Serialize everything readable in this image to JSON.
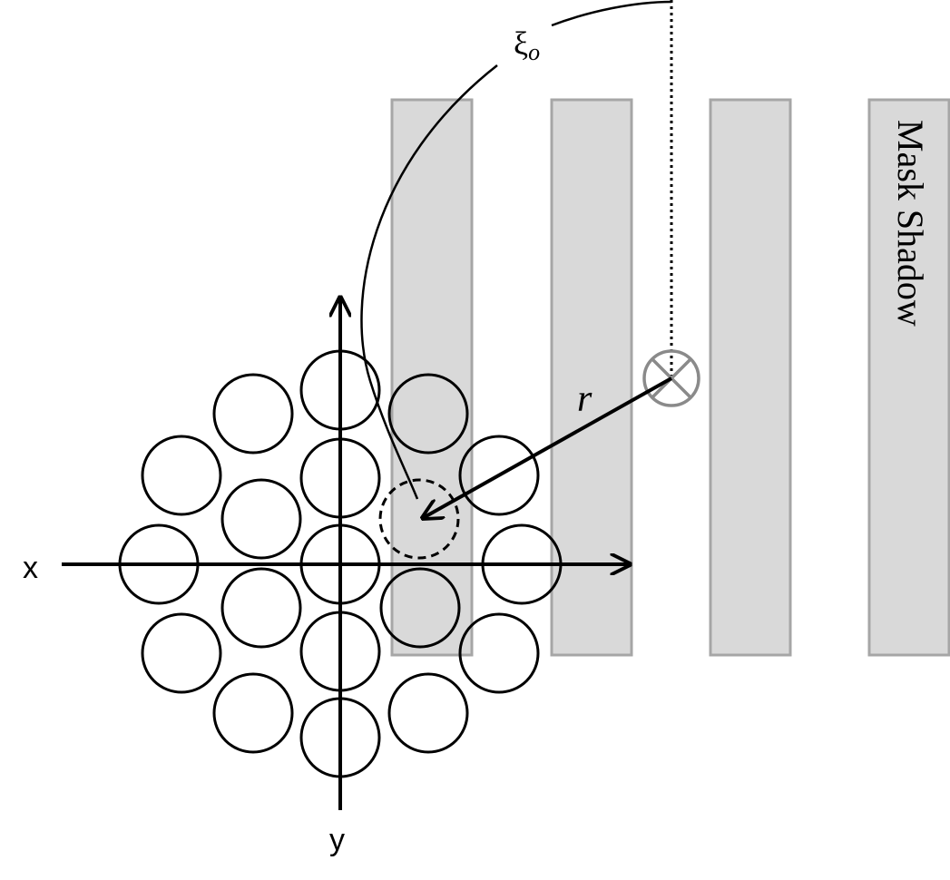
{
  "labels": {
    "x_axis": "x",
    "y_axis": "y",
    "xi_symbol": "ξ",
    "xi_subscript": "o",
    "r_label": "r",
    "mask_shadow": "Mask Shadow"
  },
  "colors": {
    "mask_fill": "#d9d9d9",
    "mask_stroke": "#a6a6a6",
    "marker_stroke": "#8a8a8a",
    "line": "#000000"
  }
}
